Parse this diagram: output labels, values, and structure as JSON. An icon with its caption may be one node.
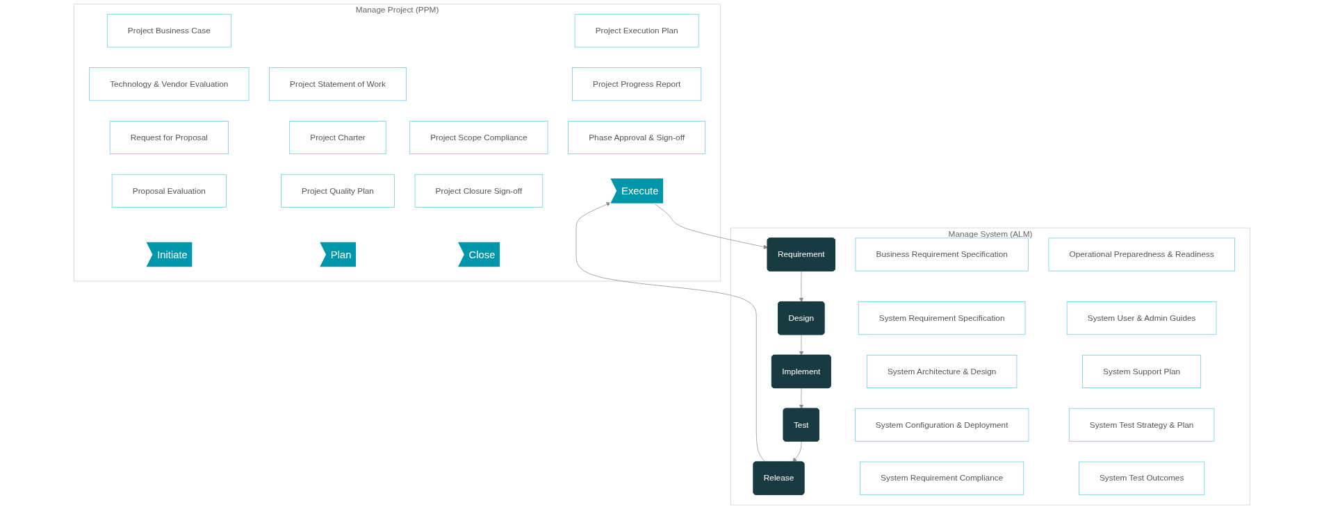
{
  "diagram": {
    "nodes": [
      {
        "text": [
          "Manage Project (PPM)"
        ]
      },
      {
        "text": [
          "Initiate"
        ],
        "in": 0
      },
      {
        "text": [
          "Plan"
        ],
        "in": 0
      },
      {
        "text": [
          "Execute"
        ],
        "in": 0
      },
      {
        "text": [
          "Close"
        ],
        "in": 0
      },
      {
        "text": [
          "Project Business Case"
        ],
        "in": 0
      },
      {
        "text": [
          "Technology & Vendor Evaluation"
        ],
        "in": 0
      },
      {
        "text": [
          "Request for Proposal"
        ],
        "in": 0
      },
      {
        "text": [
          "Proposal Evaluation"
        ],
        "in": 0
      },
      {
        "text": [
          "Project Statement of Work"
        ],
        "in": 0
      },
      {
        "text": [
          "Project Charter"
        ],
        "in": 0
      },
      {
        "text": [
          "Project Quality Plan"
        ],
        "in": 0
      },
      {
        "text": [
          "Project Execution Plan"
        ],
        "in": 0
      },
      {
        "text": [
          "Project Progress Report"
        ],
        "in": 0
      },
      {
        "text": [
          "Phase Approval & Sign-off"
        ],
        "in": 0
      },
      {
        "text": [
          "Project Scope Compliance"
        ],
        "in": 0
      },
      {
        "text": [
          "Project Closure Sign-off"
        ],
        "in": 0
      },
      {
        "text": [
          "Manage System (ALM)"
        ]
      },
      {
        "text": [
          "Business Requirement Specification"
        ],
        "in": 17
      },
      {
        "text": [
          "System Requirement Specification"
        ],
        "in": 17
      },
      {
        "text": [
          "System Architecture & Design"
        ],
        "in": 17
      },
      {
        "text": [
          "System Configuration & Deployment"
        ],
        "in": 17
      },
      {
        "text": [
          "System Requirement Compliance"
        ],
        "in": 17
      },
      {
        "text": [
          "Requirement"
        ],
        "in": 17
      },
      {
        "text": [
          "Design"
        ],
        "in": 17
      },
      {
        "text": [
          "Implement"
        ],
        "in": 17
      },
      {
        "text": [
          "Test"
        ],
        "in": 17
      },
      {
        "text": [
          "Release"
        ],
        "in": 17
      },
      {
        "text": [
          "Operational Preparedness & Readiness"
        ],
        "in": 17
      },
      {
        "text": [
          "System User & Admin Guides"
        ],
        "in": 17
      },
      {
        "text": [
          "System Support Plan"
        ],
        "in": 17
      },
      {
        "text": [
          "System Test Strategy & Plan"
        ],
        "in": 17
      },
      {
        "text": [
          "System Test Outcomes"
        ],
        "in": 17
      }
    ],
    "edges": [
      {
        "from": 3,
        "to": 23,
        "arrow": "to"
      },
      {
        "from": 23,
        "to": 24,
        "arrow": "to"
      },
      {
        "from": 24,
        "to": 25,
        "arrow": "to"
      },
      {
        "from": 25,
        "to": 26,
        "arrow": "to"
      },
      {
        "from": 26,
        "to": 27,
        "arrow": "to"
      },
      {
        "from": 27,
        "to": 3,
        "arrow": "to"
      }
    ]
  }
}
